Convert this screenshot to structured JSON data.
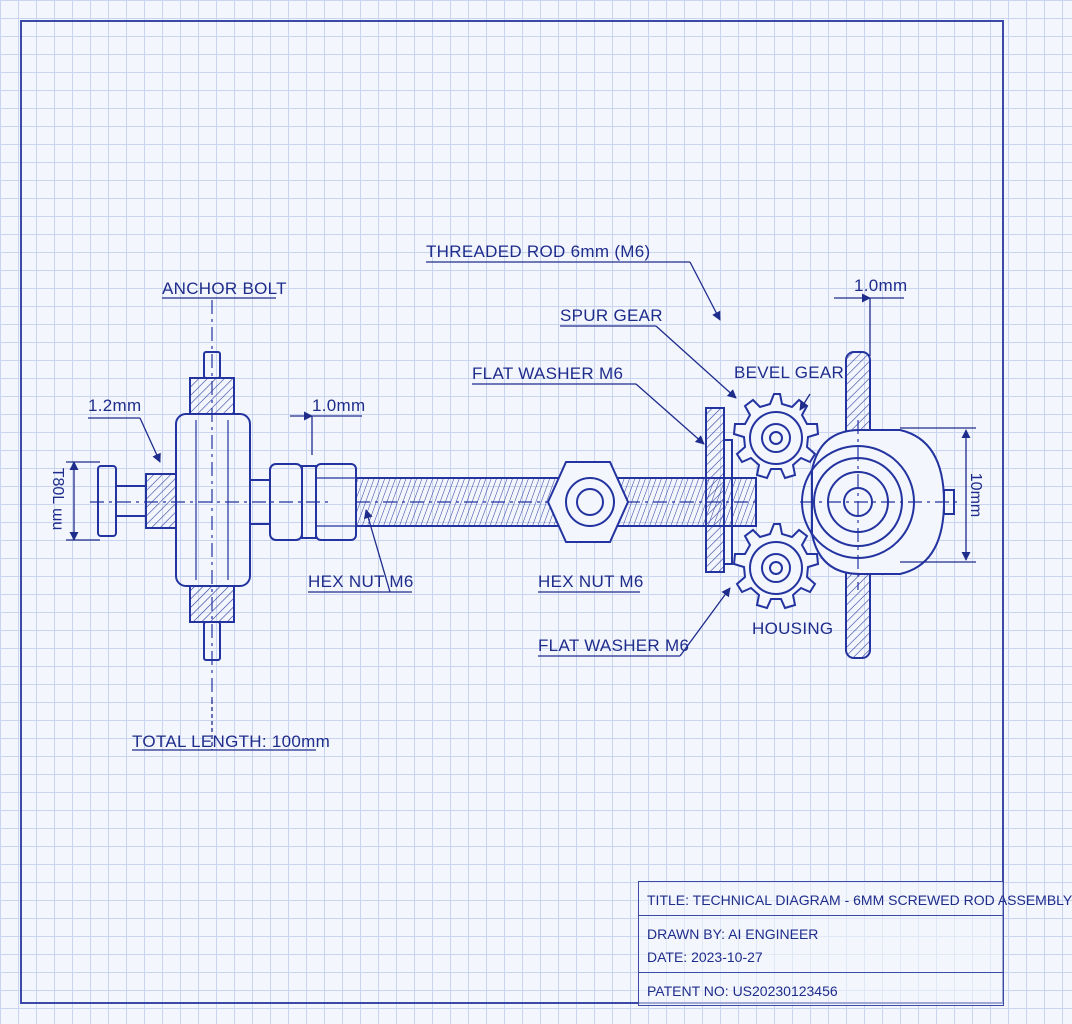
{
  "labels": {
    "anchor_bolt": "ANCHOR BOLT",
    "threaded_rod": "THREADED ROD 6mm (M6)",
    "spur_gear": "SPUR GEAR",
    "flat_washer_top": "FLAT WASHER M6",
    "bevel_gear": "BEVEL GEAR",
    "hex_nut_left": "HEX NUT M6",
    "hex_nut_mid": "HEX NUT M6",
    "flat_washer_bottom": "FLAT WASHER M6",
    "housing": "HOUSING",
    "total_length": "TOTAL LENGTH: 100mm"
  },
  "dimensions": {
    "dim_1_2mm": "1.2mm",
    "dim_1_0mm_left": "1.0mm",
    "dim_1_0mm_right": "1.0mm",
    "dim_vertical_left": "T80L ɯu",
    "dim_vertical_right": "10mm"
  },
  "title_block": {
    "title": "TITLE: TECHNICAL DIAGRAM - 6MM SCREWED ROD ASSEMBLY",
    "drawn_by": "DRAWN BY: AI ENGINEER",
    "date": "DATE: 2023-10-27",
    "patent_no": "PATENT NO: US20230123456"
  },
  "colors": {
    "ink": "#1e2c8c",
    "grid": "#c9d4ee",
    "paper": "#f3f6fc"
  }
}
